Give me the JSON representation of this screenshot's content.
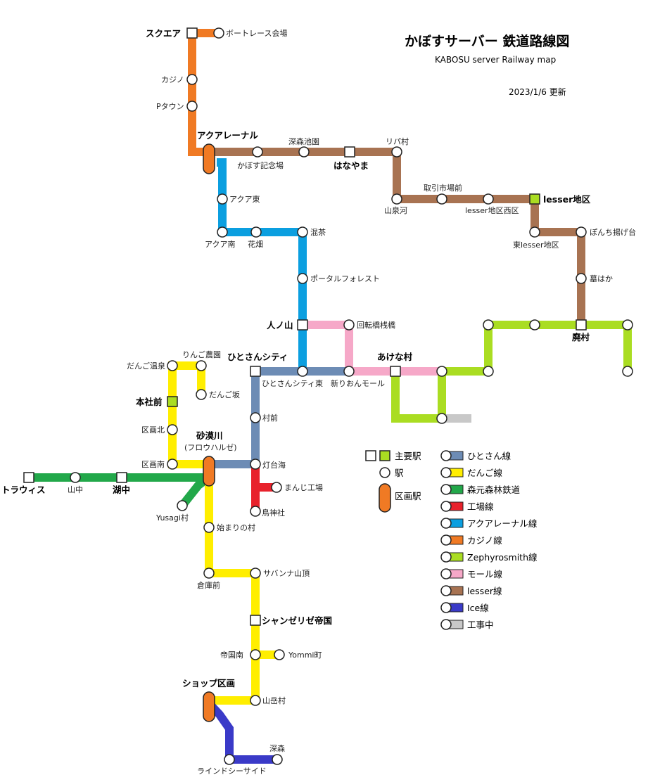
{
  "header": {
    "title": "かぼすサーバー 鉄道路線図",
    "subtitle": "KABOSU server Railway map",
    "updated": "2023/1/6 更新"
  },
  "lines": {
    "hitosan": {
      "name": "ひとさん線",
      "color": "#6d8cb5"
    },
    "dango": {
      "name": "だんご線",
      "color": "#ffee00"
    },
    "morimoto": {
      "name": "森元森林鉄道",
      "color": "#22a84a"
    },
    "koujou": {
      "name": "工場線",
      "color": "#e8222c"
    },
    "aqua": {
      "name": "アクアレーナル線",
      "color": "#0b9fe0"
    },
    "casino": {
      "name": "カジノ線",
      "color": "#f07a24"
    },
    "zephyro": {
      "name": "Zephyrosmith線",
      "color": "#aadd22"
    },
    "mall": {
      "name": "モール線",
      "color": "#f6a8c8"
    },
    "lesser": {
      "name": "lesser線",
      "color": "#a87352"
    },
    "ice": {
      "name": "Ice線",
      "color": "#3a3ac8"
    },
    "construction": {
      "name": "工事中",
      "color": "#c8c8c8"
    }
  },
  "legend": {
    "major_station": "主要駅",
    "station": "駅",
    "section_station": "区画駅",
    "line_order": [
      "hitosan",
      "dango",
      "morimoto",
      "koujou",
      "aqua",
      "casino",
      "zephyro",
      "mall",
      "lesser",
      "ice",
      "construction"
    ]
  },
  "stations": {
    "square": "スクエア",
    "boatrace": "ボートレース会場",
    "casino": "カジノ",
    "ptown": "Pタウン",
    "aqualenal": "アクアレーナル",
    "kabosu_kinenjo": "かぼす記念場",
    "fukamori_chikoku": "深森池園",
    "hanayama": "はなやま",
    "ripa": "リパ村",
    "yamaizumi": "山泉河",
    "torihiki": "取引市場前",
    "lesser_west": "lesser地区西区",
    "lesser_district": "lesser地区",
    "lesser_east": "東lesser地区",
    "ponchi": "ぽんち揚げ台",
    "hakaba": "墓はか",
    "haison": "廃村",
    "aqua_east": "アクア東",
    "aqua_south": "アクア南",
    "hanabatake": "花畑",
    "konmori": "混茶",
    "portal_forest": "ポータルフォレスト",
    "hitonoyama": "人ノ山",
    "kaiten": "回転橋桟橋",
    "hitosan_city": "ひとさんシティ",
    "hitosan_city_east": "ひとさんシティ東",
    "shin_rion": "新りおんモール",
    "akena": "あけな村",
    "muramae": "村前",
    "todaikai": "灯台海",
    "manji": "まんじ工場",
    "torigami": "鳥神社",
    "dango_onsen": "だんご温泉",
    "ringo": "りんご農園",
    "dango_zaka": "だんご坂",
    "honsha_mae": "本社前",
    "kukaku_kita": "区画北",
    "kukaku_minami": "区画南",
    "sabakugawa": "砂漠川",
    "sabakugawa_kana": "(フロウハルゼ)",
    "trawis": "トラウィス",
    "yamanaka": "山中",
    "konaka": "湖中",
    "yusagi": "Yusagi村",
    "hajimari": "始まりの村",
    "soko_mae": "倉庫前",
    "savanna": "サバンナ山頂",
    "champs": "シャンゼリゼ帝国",
    "teikoku_minami": "帝国南",
    "yommi": "Yommi町",
    "shop_kukaku": "ショップ区画",
    "sangaku": "山岳村",
    "fukamori": "深森",
    "blind_seaside": "ラインドシーサイド"
  }
}
